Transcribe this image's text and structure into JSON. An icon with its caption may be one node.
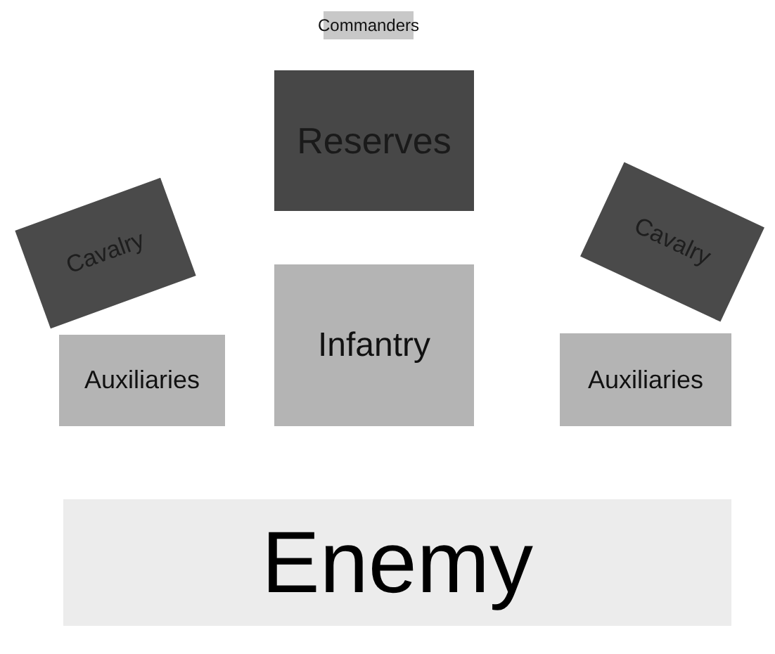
{
  "diagram": {
    "nodes": [
      {
        "text": [
          "Commanders"
        ]
      },
      {
        "text": [
          "Reserves"
        ]
      },
      {
        "text": [
          "Cavalry"
        ]
      },
      {
        "text": [
          "Cavalry"
        ]
      },
      {
        "text": [
          "Infantry"
        ]
      },
      {
        "text": [
          "Auxiliaries"
        ]
      },
      {
        "text": [
          "Auxiliaries"
        ]
      },
      {
        "text": [
          "Enemy"
        ]
      }
    ]
  }
}
